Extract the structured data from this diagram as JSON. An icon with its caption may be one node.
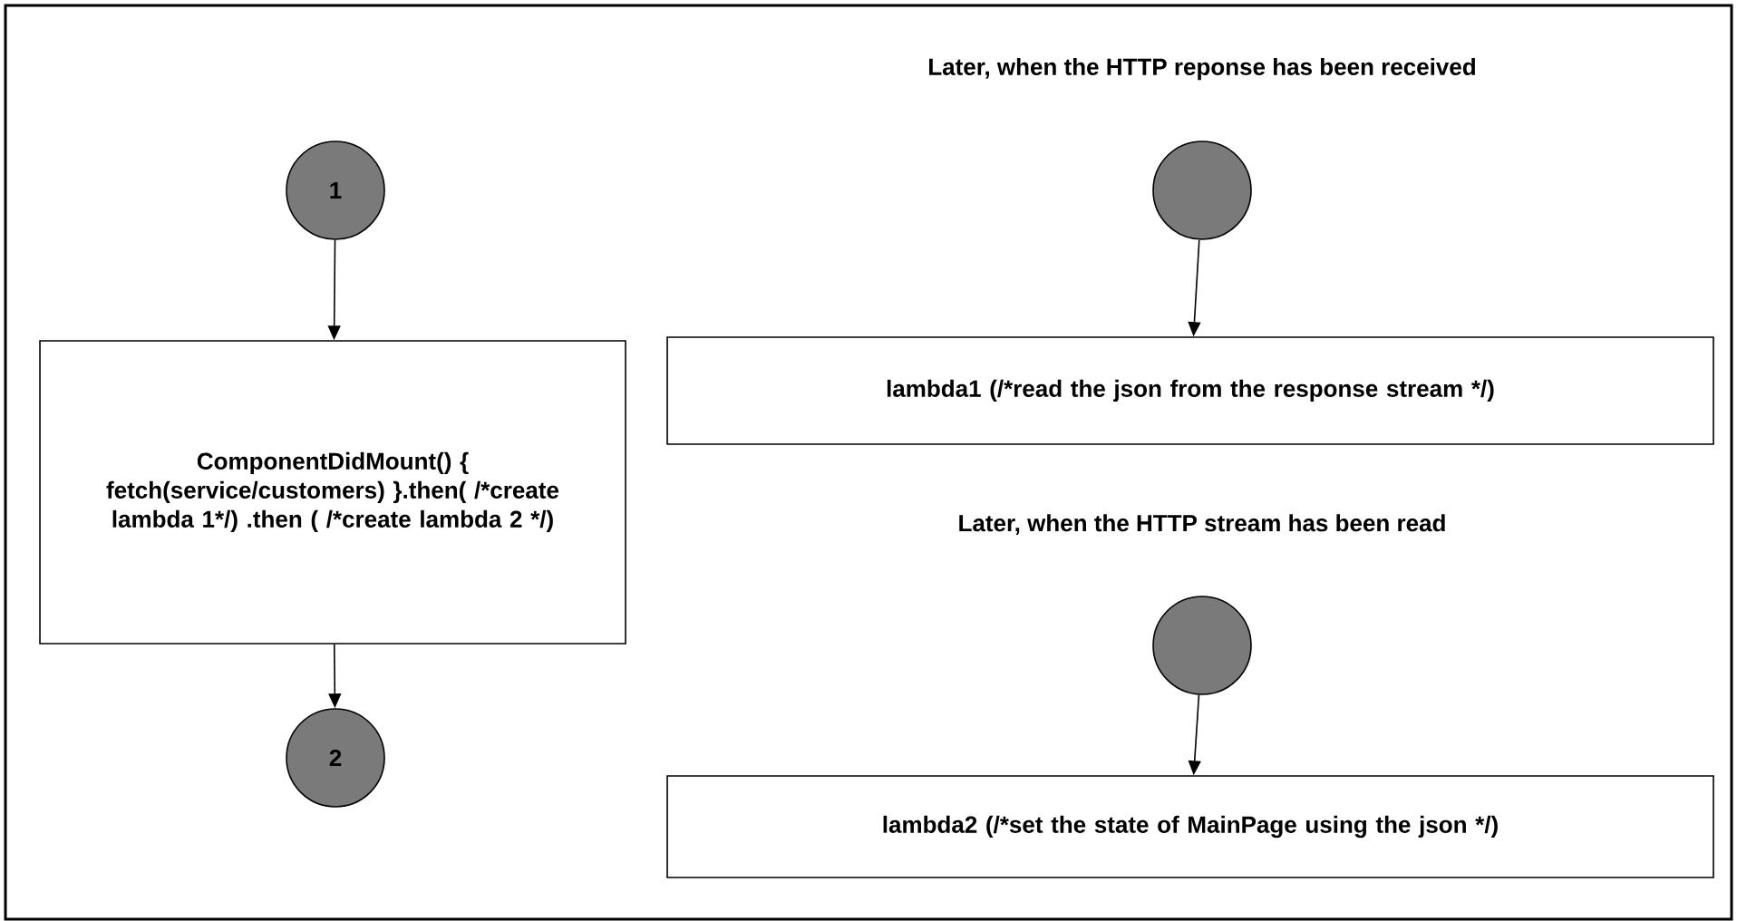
{
  "diagram": {
    "nodes": [
      {
        "text": [
          "1"
        ]
      },
      {
        "text": [
          "ComponentDidMount() { fetch(service/customers) }.then( /*create lambda 1*/) .then ( /*create lambda 2 */)"
        ]
      },
      {
        "text": [
          "2"
        ]
      },
      {
        "text": [],
        "shape": "circle",
        "beside": [
          "Later, when the HTTP reponse has been received"
        ]
      },
      {
        "text": [
          "lambda1 (/*read the json from the response stream */)"
        ]
      },
      {
        "text": [],
        "shape": "circle",
        "beside": [
          "Later, when the HTTP stream has been read"
        ]
      },
      {
        "text": [
          "lambda2 (/*set the state of MainPage using the json */)"
        ]
      }
    ],
    "edges": [
      {
        "from": 0,
        "to": 1,
        "arrow": "to"
      },
      {
        "from": 1,
        "to": 2,
        "arrow": "to"
      },
      {
        "from": 3,
        "to": 4,
        "arrow": "to"
      },
      {
        "from": 5,
        "to": 6,
        "arrow": "to"
      }
    ]
  }
}
